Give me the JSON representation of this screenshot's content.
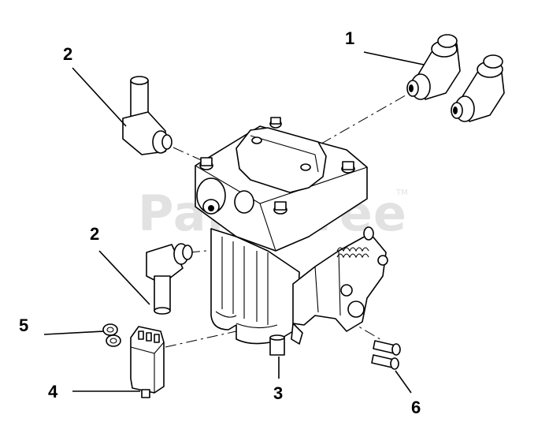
{
  "watermark": {
    "text": "PartsTree",
    "trademark": "TM"
  },
  "callouts": [
    {
      "id": "callout-1",
      "label": "1"
    },
    {
      "id": "callout-2a",
      "label": "2"
    },
    {
      "id": "callout-2b",
      "label": "2"
    },
    {
      "id": "callout-3",
      "label": "3"
    },
    {
      "id": "callout-4",
      "label": "4"
    },
    {
      "id": "callout-5",
      "label": "5"
    },
    {
      "id": "callout-6",
      "label": "6"
    }
  ],
  "colors": {
    "line": "#000000",
    "watermark": "#e2e2e2",
    "background": "#ffffff"
  }
}
